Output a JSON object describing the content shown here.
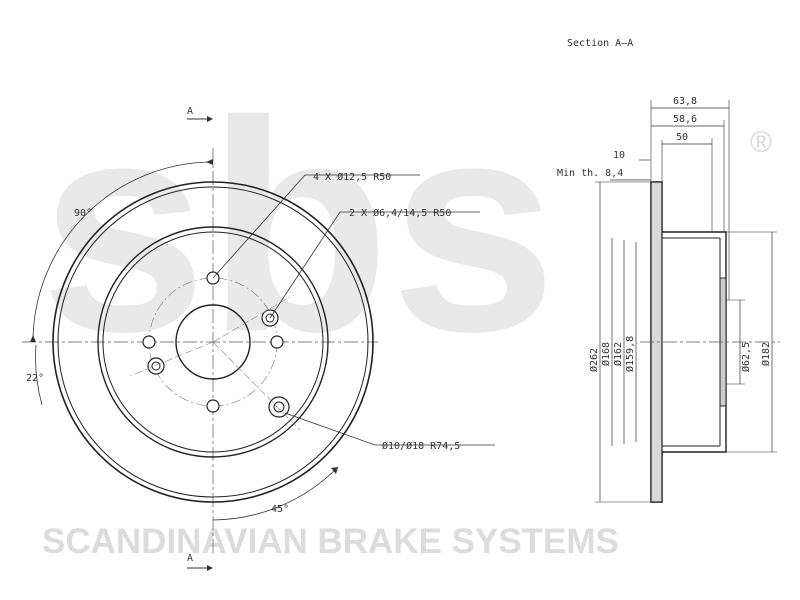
{
  "watermark": {
    "logo_text": "sbs",
    "registered": "®",
    "company": "SCANDINAVIAN BRAKE SYSTEMS"
  },
  "section_title": "Section A–A",
  "section_markers": {
    "top": "A",
    "bottom": "A"
  },
  "front_view": {
    "angle_top": "90°",
    "angle_left": "22°",
    "angle_bottom": "45°",
    "callout_bolt_holes": "4 X Ø12,5 R50",
    "callout_small_holes": "2 X Ø6,4/14,5 R50",
    "callout_counterbore": "Ø10/Ø18 R74,5"
  },
  "section_view": {
    "dim_63_8": "63,8",
    "dim_58_6": "58,6",
    "dim_50": "50",
    "dim_10": "10",
    "min_thickness": "Min th. 8,4",
    "dia_262": "Ø262",
    "dia_168": "Ø168",
    "dia_162": "Ø162",
    "dia_159_8": "Ø159,8",
    "dia_62_5": "Ø62,5",
    "dia_182": "Ø182"
  }
}
